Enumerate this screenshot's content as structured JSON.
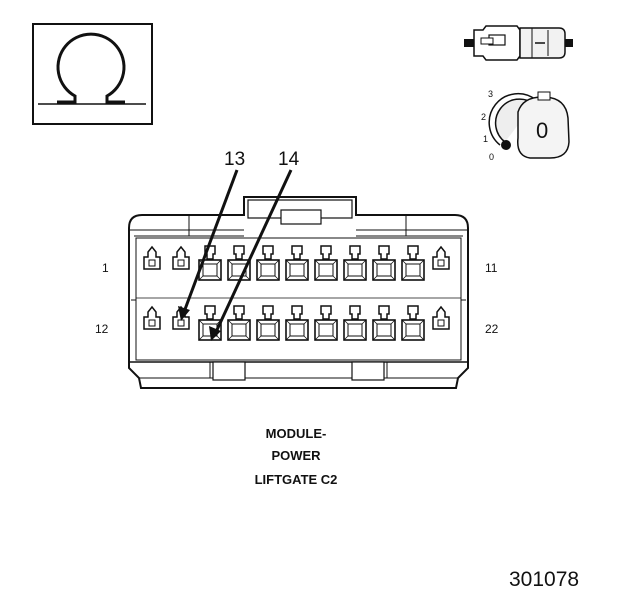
{
  "symbol": {
    "meter_icon": "ohm-symbol-icon",
    "meter_symbol": "Ω"
  },
  "key_position": {
    "marks": [
      "3",
      "2",
      "1",
      "0"
    ],
    "key_face": "0"
  },
  "connector": {
    "pin_labels": {
      "top_left": "1",
      "top_right": "11",
      "bottom_left": "12",
      "bottom_right": "22"
    },
    "callouts": [
      "13",
      "14"
    ],
    "title_lines": [
      "MODULE-",
      "POWER",
      "LIFTGATE C2"
    ]
  },
  "figure_number": "301078"
}
